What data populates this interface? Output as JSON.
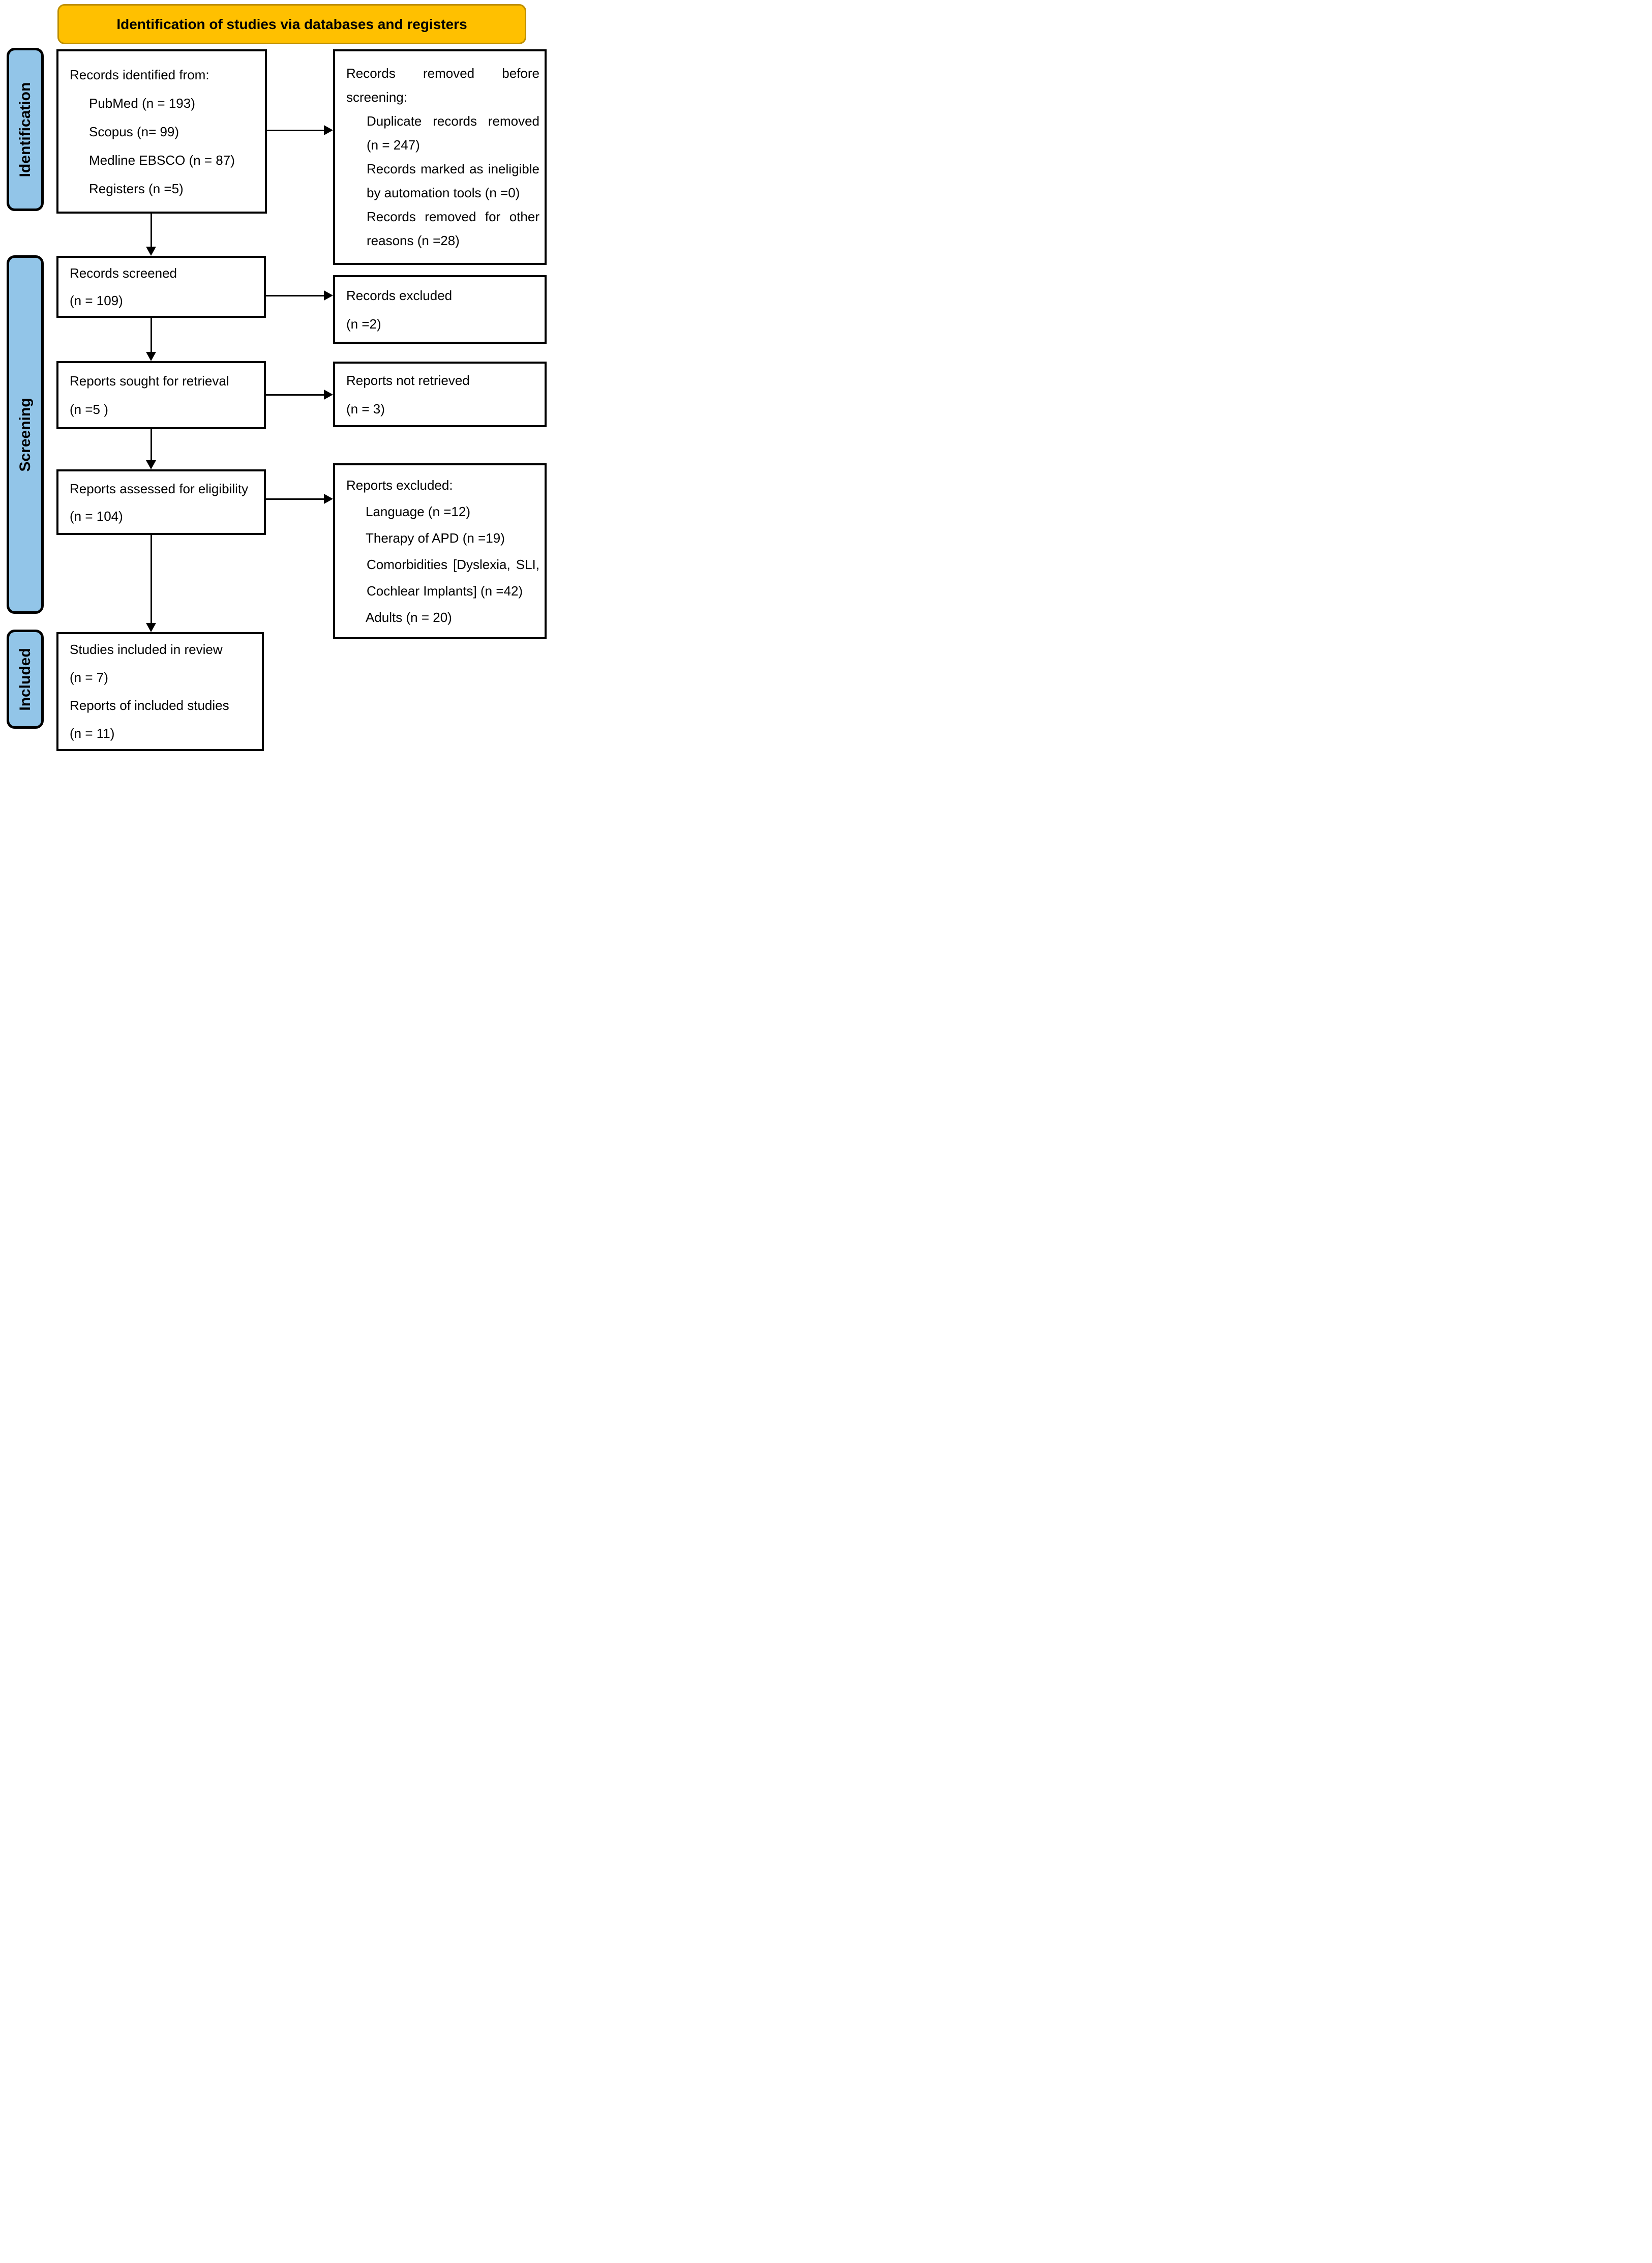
{
  "banner": {
    "title": "Identification of studies via databases and registers"
  },
  "sidebar": {
    "identification": "Identification",
    "screening": "Screening",
    "included": "Included"
  },
  "boxes": {
    "records_identified": {
      "intro": "Records identified from:",
      "items": [
        "PubMed (n = 193)",
        "Scopus (n= 99)",
        "Medline EBSCO (n = 87)",
        "Registers (n =5)"
      ]
    },
    "records_removed": {
      "intro": "Records removed before screening:",
      "items": [
        "Duplicate records removed (n = 247)",
        "Records marked as ineligible by automation tools (n =0)",
        "Records removed for other reasons (n =28)"
      ]
    },
    "records_screened": {
      "lines": [
        "Records screened",
        "(n = 109)"
      ]
    },
    "records_excluded": {
      "lines": [
        "Records excluded",
        "(n =2)"
      ]
    },
    "reports_sought": {
      "lines": [
        "Reports sought for retrieval",
        "(n =5 )"
      ]
    },
    "reports_not_retrieved": {
      "lines": [
        "Reports not retrieved",
        "(n = 3)"
      ]
    },
    "reports_assessed": {
      "lines": [
        "Reports assessed for eligibility",
        "(n = 104)"
      ]
    },
    "reports_excluded": {
      "intro": "Reports excluded:",
      "items": [
        "Language (n =12)",
        "Therapy of APD (n =19)",
        "Comorbidities  [Dyslexia,  SLI, Cochlear Implants] (n =42)",
        "Adults (n = 20)"
      ]
    },
    "studies_included": {
      "lines": [
        "Studies included in review",
        "(n = 7)",
        "Reports of included studies",
        "(n = 11)"
      ]
    }
  },
  "colors": {
    "banner_fill": "#FFC000",
    "banner_border": "#BF8F00",
    "sidebar_fill": "#92C5E8",
    "box_border": "#000000",
    "text": "#000000",
    "background": "#FFFFFF"
  }
}
